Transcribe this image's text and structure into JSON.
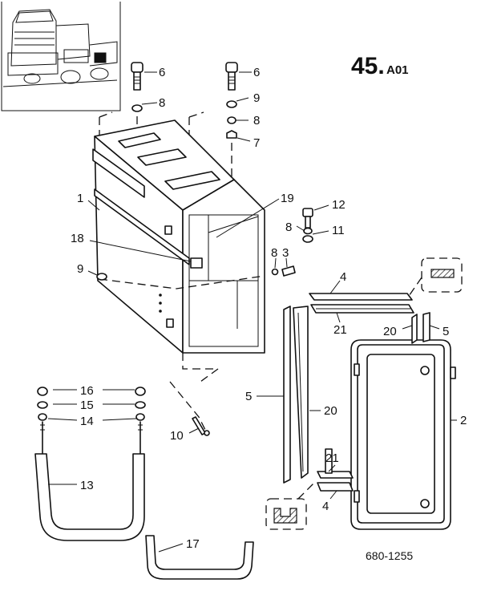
{
  "page_ref": {
    "main": "45.",
    "suffix": "A01"
  },
  "drawing_number": "680-1255",
  "callouts": [
    {
      "id": "c-6a",
      "text": "6"
    },
    {
      "id": "c-6b",
      "text": "6"
    },
    {
      "id": "c-8a",
      "text": "8"
    },
    {
      "id": "c-9a",
      "text": "9"
    },
    {
      "id": "c-8b",
      "text": "8"
    },
    {
      "id": "c-7",
      "text": "7"
    },
    {
      "id": "c-1",
      "text": "1"
    },
    {
      "id": "c-19",
      "text": "19"
    },
    {
      "id": "c-12",
      "text": "12"
    },
    {
      "id": "c-8c",
      "text": "8"
    },
    {
      "id": "c-11",
      "text": "11"
    },
    {
      "id": "c-18",
      "text": "18"
    },
    {
      "id": "c-8d",
      "text": "8"
    },
    {
      "id": "c-3",
      "text": "3"
    },
    {
      "id": "c-9b",
      "text": "9"
    },
    {
      "id": "c-4a",
      "text": "4"
    },
    {
      "id": "c-21a",
      "text": "21"
    },
    {
      "id": "c-20a",
      "text": "20"
    },
    {
      "id": "c-5a",
      "text": "5"
    },
    {
      "id": "c-16",
      "text": "16"
    },
    {
      "id": "c-15",
      "text": "15"
    },
    {
      "id": "c-14",
      "text": "14"
    },
    {
      "id": "c-10",
      "text": "10"
    },
    {
      "id": "c-5b",
      "text": "5"
    },
    {
      "id": "c-20b",
      "text": "20"
    },
    {
      "id": "c-2",
      "text": "2"
    },
    {
      "id": "c-13",
      "text": "13"
    },
    {
      "id": "c-21b",
      "text": "21"
    },
    {
      "id": "c-4b",
      "text": "4"
    },
    {
      "id": "c-17",
      "text": "17"
    }
  ]
}
